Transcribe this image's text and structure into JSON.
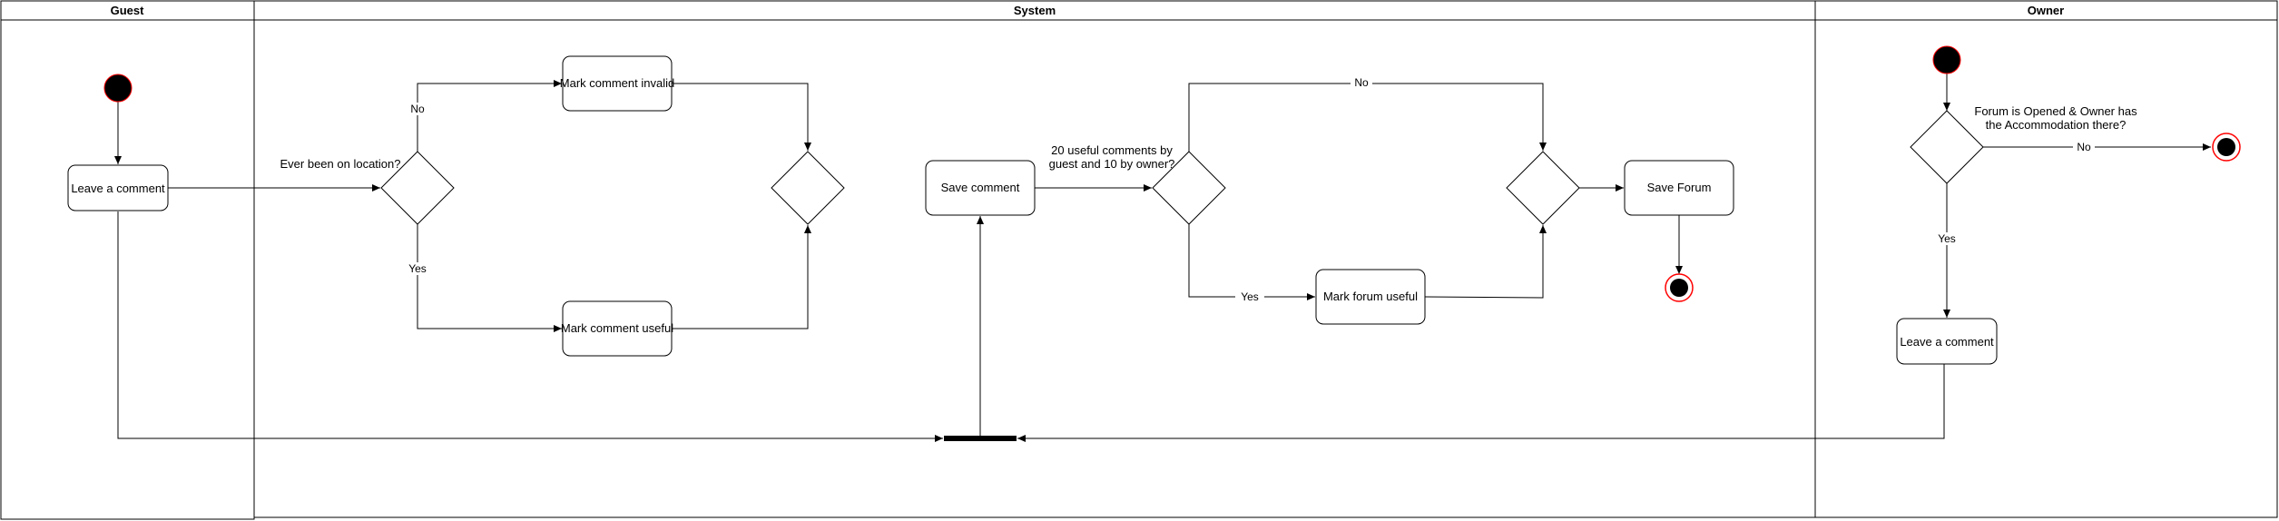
{
  "lanes": {
    "guest": "Guest",
    "system": "System",
    "owner": "Owner"
  },
  "nodes": {
    "guest_leave_comment": "Leave a comment",
    "mark_invalid": "Mark comment invalid",
    "mark_useful": "Mark comment useful",
    "save_comment": "Save comment",
    "mark_forum_useful": "Mark forum useful",
    "save_forum": "Save Forum",
    "owner_leave_comment": "Leave a comment"
  },
  "conditions": {
    "ever_been": "Ever been on location?",
    "useful_comments_line1": "20 useful comments by",
    "useful_comments_line2": "guest and 10 by owner?",
    "forum_open_line1": "Forum is Opened & Owner has",
    "forum_open_line2": "the Accommodation there?"
  },
  "edges": {
    "no1": "No",
    "yes1": "Yes",
    "no2": "No",
    "yes2": "Yes",
    "no3": "No",
    "yes3": "Yes"
  },
  "colors": {
    "line": "#000000",
    "final_ring": "#ff0000",
    "fill": "#ffffff"
  }
}
